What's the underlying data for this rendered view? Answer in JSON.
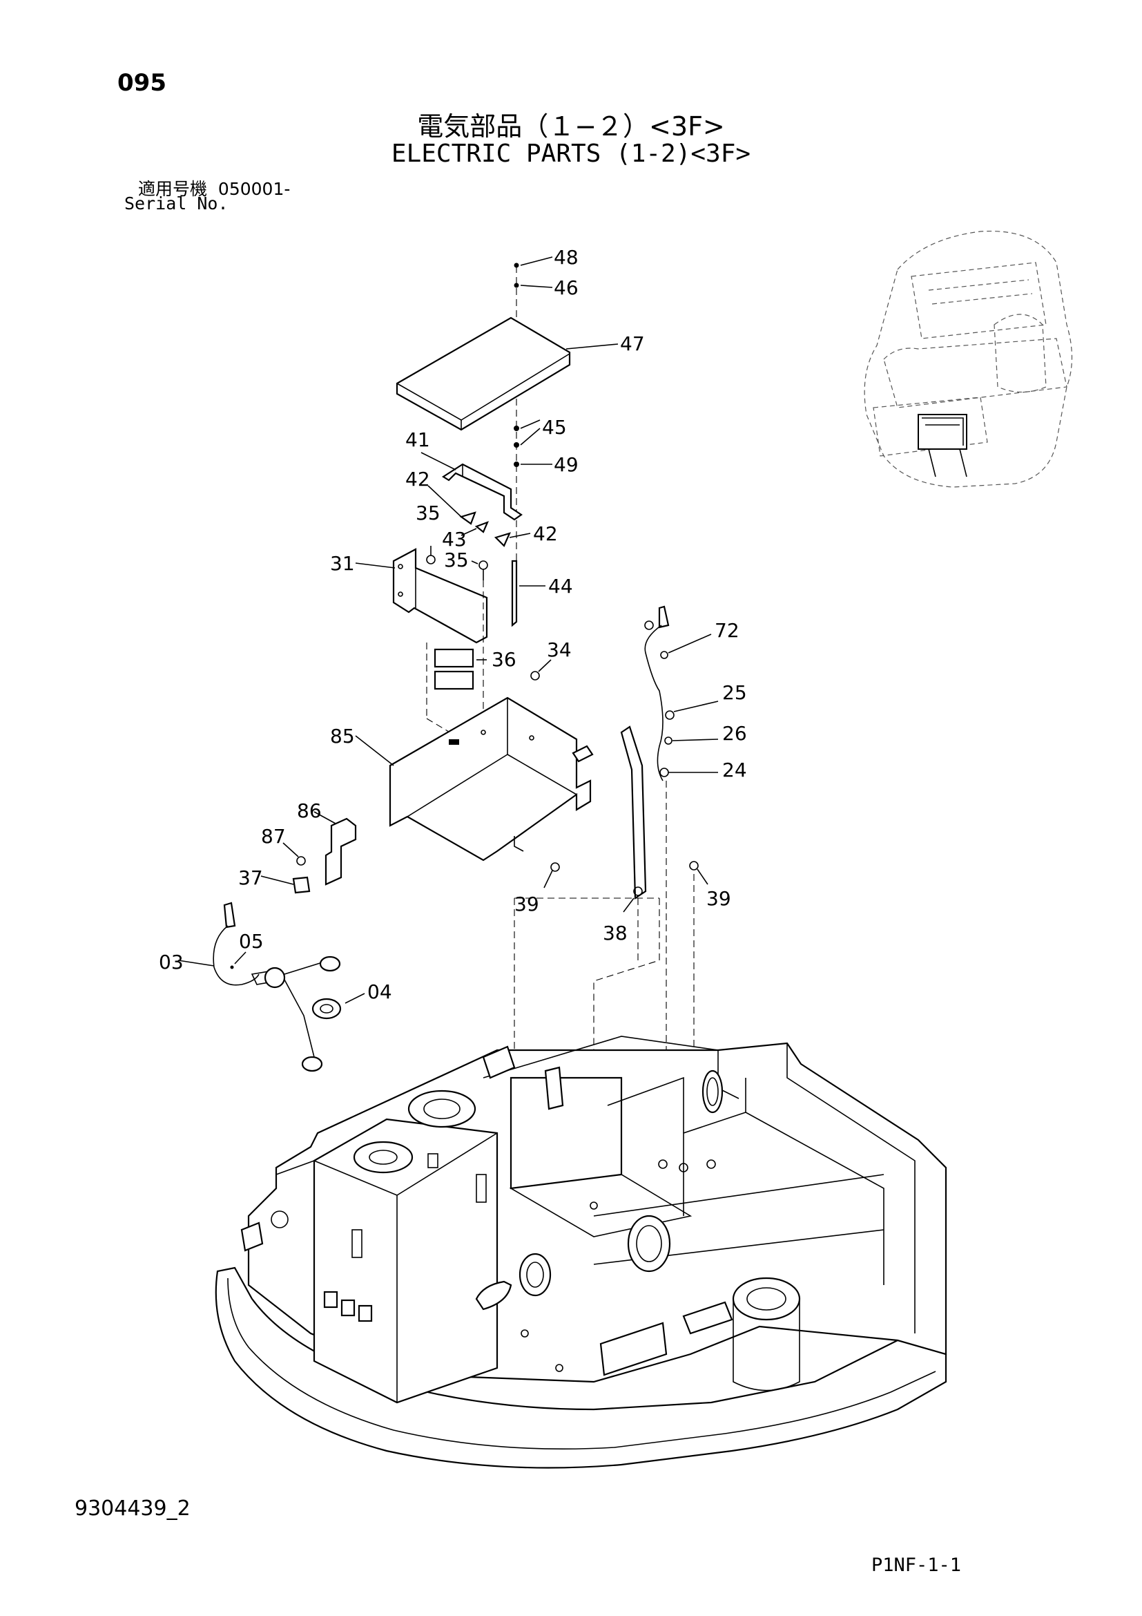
{
  "header": {
    "page_number": "095",
    "title_jp": "電気部品（１−２）<3F>",
    "title_en": "ELECTRIC PARTS (1-2)<3F>",
    "serial_label_jp": "適用号機",
    "serial_value": "050001-",
    "serial_label_en": "Serial No."
  },
  "callouts": [
    "48",
    "46",
    "47",
    "45",
    "49",
    "41",
    "42",
    "35",
    "43",
    "42",
    "31",
    "35",
    "44",
    "72",
    "36",
    "34",
    "25",
    "26",
    "24",
    "85",
    "86",
    "87",
    "37",
    "39",
    "38",
    "39",
    "03",
    "05",
    "04"
  ],
  "footer": {
    "document_number": "9304439_2",
    "page_reference": "P1NF-1-1"
  }
}
